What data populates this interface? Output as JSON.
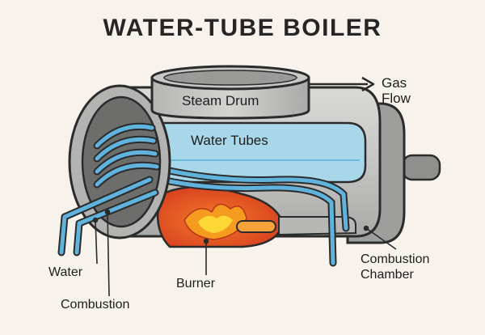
{
  "title": "WATER-TUBE BOILER",
  "labels": {
    "steam_drum": "Steam Drum",
    "gas_flow_line1": "Gas",
    "gas_flow_line2": "Flow",
    "water_tubes": "Water Tubes",
    "water": "Water",
    "combustion": "Combustion",
    "burner": "Burner",
    "combustion_chamber_line1": "Combustion",
    "combustion_chamber_line2": "Chamber"
  },
  "colors": {
    "background": "#f7f3ec",
    "shell": "#c9c9c7",
    "shell_dark": "#8e8e8c",
    "water": "#a9d7ea",
    "tube": "#5fb3dc",
    "flame_outer": "#e8512a",
    "flame_inner": "#fbc02d",
    "outline": "#2b2b2b"
  }
}
